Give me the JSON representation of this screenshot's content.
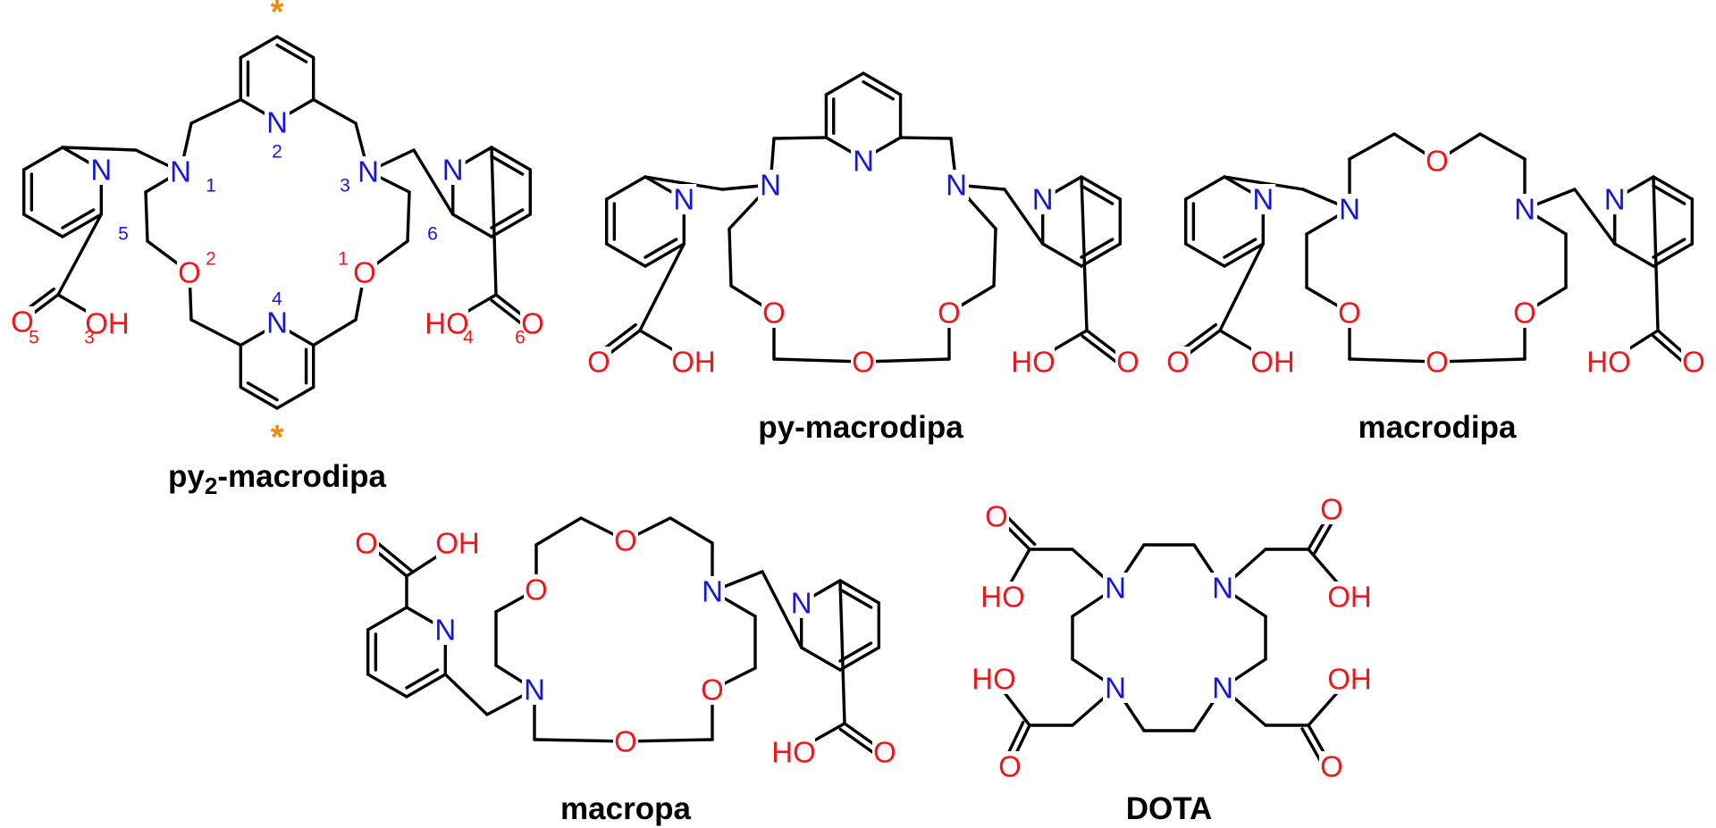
{
  "colors": {
    "nitrogen": "#1515e8",
    "oxygen": "#f2161b",
    "marker": "#f28a0f",
    "bond": "#000000"
  },
  "atoms": {
    "N": "N",
    "O": "O",
    "OH": "OH",
    "HO": "HO",
    "marker": "*"
  },
  "labels": {
    "n1": "1",
    "n2": "2",
    "n3": "3",
    "n4": "4",
    "n5": "5",
    "n6": "6",
    "o1": "1",
    "o2": "2",
    "o3": "3",
    "o4": "4",
    "o5": "5",
    "o6": "6"
  },
  "captions": {
    "py2_macrodipa": {
      "prefix": "py",
      "subscript": "2",
      "suffix": "-macrodipa"
    },
    "py_macrodipa": "py-macrodipa",
    "macrodipa": "macrodipa",
    "macropa": "macropa",
    "dota": "DOTA"
  }
}
